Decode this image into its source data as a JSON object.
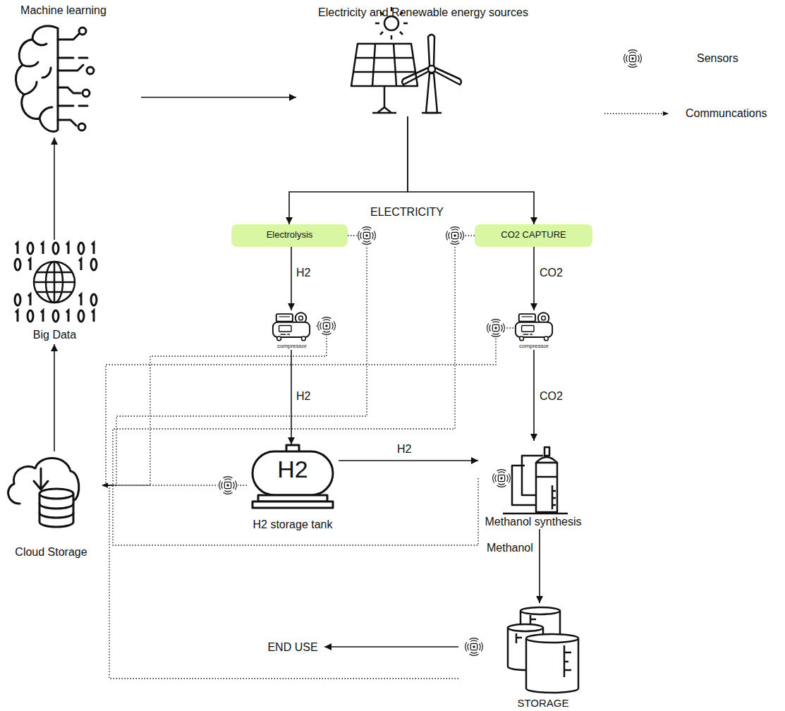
{
  "diagram": {
    "nodes": [
      {
        "text": [
          "Machine learning"
        ]
      },
      {
        "text": [
          "Electricity and Renewable energy sources"
        ]
      },
      {
        "text": [
          "Big Data"
        ]
      },
      {
        "text": [
          "Electrolysis"
        ]
      },
      {
        "text": [
          "CO2 CAPTURE"
        ]
      },
      {
        "text": [
          "compressor"
        ]
      },
      {
        "text": [
          "compressor"
        ]
      },
      {
        "text": [
          "Cloud Storage"
        ]
      },
      {
        "text": [
          "H2",
          "H2 storage tank"
        ]
      },
      {
        "text": [
          "Methanol synthesis"
        ]
      },
      {
        "text": [
          "END USE"
        ]
      },
      {
        "text": [
          "STORAGE"
        ]
      }
    ],
    "edges": [
      {
        "from": 0,
        "to": 1,
        "arrow": "to"
      },
      {
        "from": 1,
        "to": 3,
        "arrow": "to"
      },
      {
        "from": 1,
        "to": 4,
        "arrow": "to"
      },
      {
        "from": 3,
        "to": 5,
        "label": "H2",
        "arrow": "to"
      },
      {
        "from": 5,
        "to": 8,
        "label": "H2",
        "arrow": "to"
      },
      {
        "from": 8,
        "to": 9,
        "label": "H2",
        "arrow": "to"
      },
      {
        "from": 4,
        "to": 6,
        "label": "CO2",
        "arrow": "to"
      },
      {
        "from": 6,
        "to": 9,
        "label": "CO2",
        "arrow": "to"
      },
      {
        "from": 9,
        "to": 11,
        "label": "Methanol",
        "arrow": "to"
      },
      {
        "from": 11,
        "to": 10,
        "arrow": "to"
      },
      {
        "from": 7,
        "to": 2,
        "arrow": "to"
      },
      {
        "from": 2,
        "to": 0,
        "arrow": "to"
      },
      {
        "from": 3,
        "to": 7,
        "arrow": "to"
      },
      {
        "from": 4,
        "to": 7,
        "arrow": "to"
      },
      {
        "from": 5,
        "to": 7,
        "arrow": "to"
      },
      {
        "from": 6,
        "to": 7,
        "arrow": "to"
      },
      {
        "from": 8,
        "to": 7,
        "arrow": "to"
      },
      {
        "from": 9,
        "to": 7,
        "arrow": "to"
      },
      {
        "from": 11,
        "to": 7,
        "arrow": "to"
      }
    ],
    "labels": [
      "ELECTRICITY"
    ],
    "legend": [
      {
        "text": "Sensors"
      },
      {
        "text": "Communcations"
      }
    ]
  }
}
